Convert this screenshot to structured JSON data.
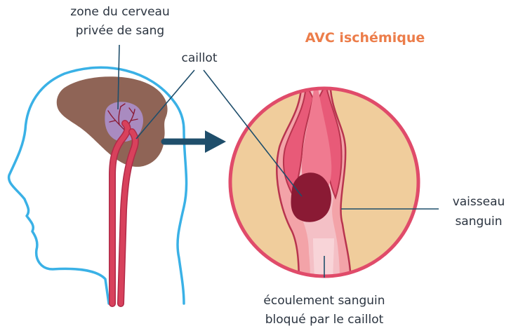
{
  "title": "AVC ischémique",
  "labels": {
    "zone_line1": "zone du cerveau",
    "zone_line2": "privée de sang",
    "clot": "caillot",
    "vessel_line1": "vaisseau",
    "vessel_line2": "sanguin",
    "flow_line1": "écoulement sanguin",
    "flow_line2": "bloqué par le caillot"
  },
  "colors": {
    "head_outline": "#3ab1e6",
    "brain": "#8f6456",
    "ischemic_zone": "#a98bc0",
    "artery": "#d8415c",
    "clot": "#8a1a34",
    "circle_border": "#e04b6a",
    "circle_fill": "#f0cd9c",
    "arrow": "#1f4e6b",
    "title": "#ec7d4a"
  }
}
